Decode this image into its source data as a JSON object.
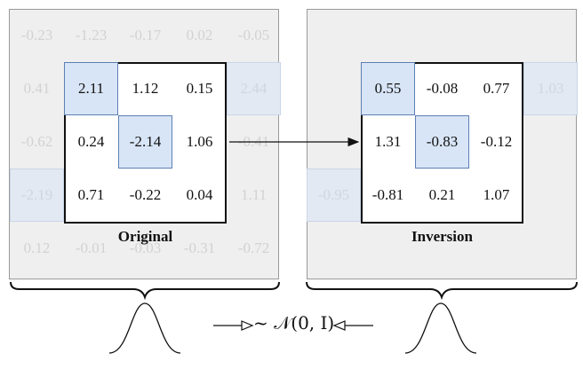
{
  "original": {
    "caption": "Original",
    "grid": [
      [
        "-0.23",
        "-1.23",
        "-0.17",
        "0.02",
        "-0.05"
      ],
      [
        "0.41",
        "2.11",
        "1.12",
        "0.15",
        "2.44"
      ],
      [
        "-0.62",
        "0.24",
        "-2.14",
        "1.06",
        "-0.41"
      ],
      [
        "-2.19",
        "0.71",
        "-0.22",
        "0.04",
        "1.11"
      ],
      [
        "0.12",
        "-0.01",
        "-0.03",
        "-0.31",
        "-0.72"
      ]
    ],
    "highlighted": [
      [
        1,
        1
      ],
      [
        1,
        4
      ],
      [
        2,
        2
      ],
      [
        3,
        0
      ]
    ]
  },
  "inversion": {
    "caption": "Inversion",
    "grid": [
      [
        "",
        "",
        "",
        "",
        ""
      ],
      [
        "",
        "0.55",
        "-0.08",
        "0.77",
        "1.03"
      ],
      [
        "",
        "1.31",
        "-0.83",
        "-0.12",
        ""
      ],
      [
        "-0.95",
        "-0.81",
        "0.21",
        "1.07",
        ""
      ],
      [
        "",
        "",
        "",
        "",
        ""
      ]
    ],
    "highlighted": [
      [
        1,
        1
      ],
      [
        1,
        4
      ],
      [
        2,
        2
      ],
      [
        3,
        0
      ]
    ]
  },
  "formula": "~ 𝒩(0, I)",
  "colors": {
    "panel_bg": "#efefef",
    "highlight": "#d8e5f6",
    "highlight_border": "#5d7fb4",
    "faded_text": "#d2d2d2"
  }
}
